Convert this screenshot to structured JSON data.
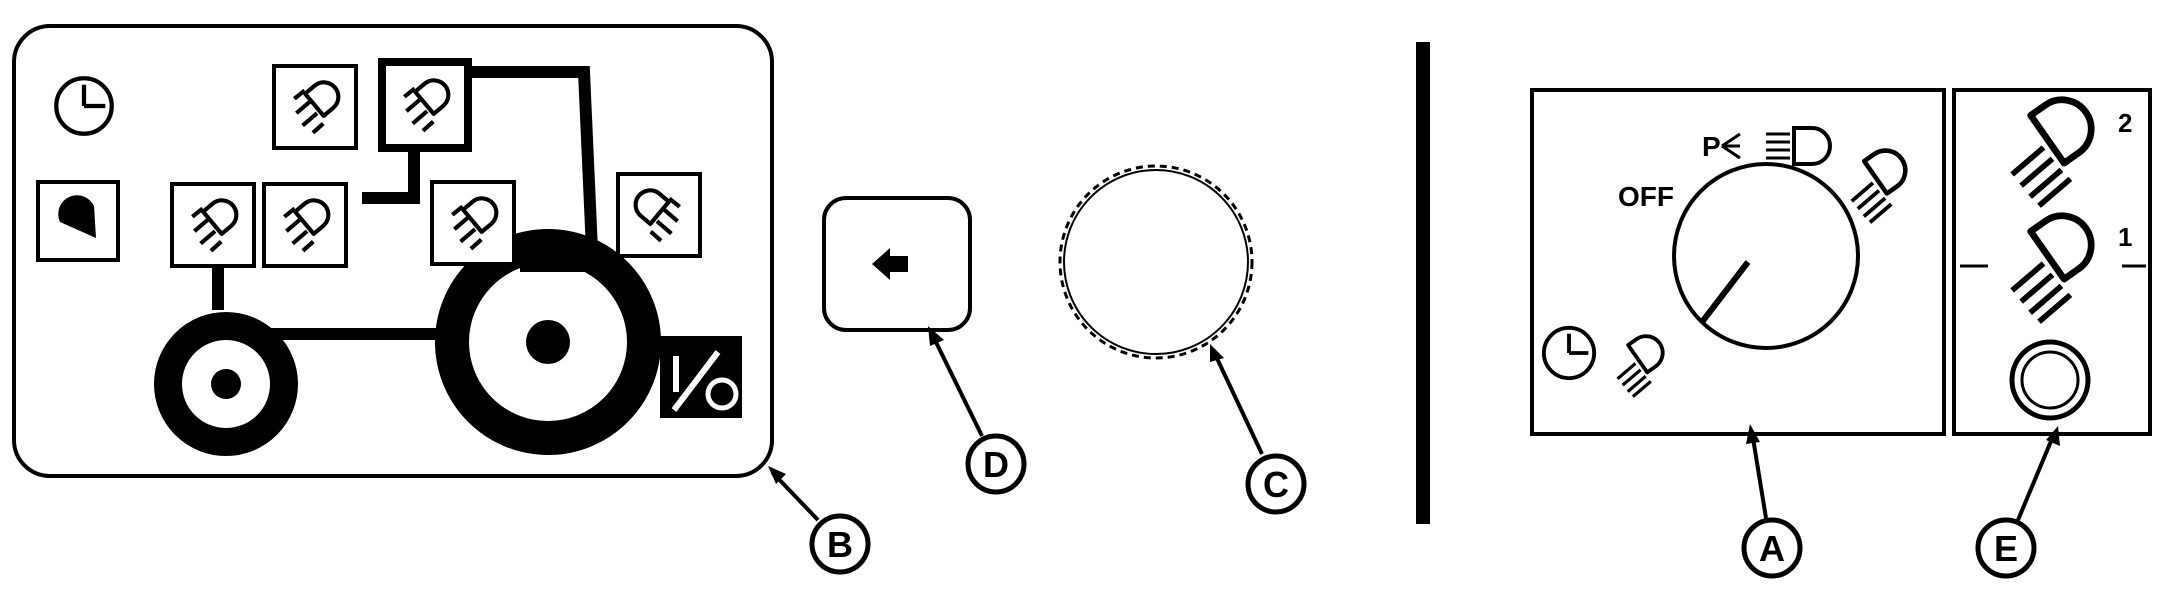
{
  "callouts": {
    "a": "A",
    "b": "B",
    "c": "C",
    "d": "D",
    "e": "E"
  },
  "switch_a": {
    "off_label": "OFF",
    "parking_label": "P"
  },
  "switch_e": {
    "position_2": "2",
    "position_1": "1"
  },
  "icons": {
    "clock": "clock-icon",
    "work_light": "work-light-icon",
    "beacon": "beacon-icon",
    "io": "io-switch-icon",
    "arrow": "arrow-left-icon"
  },
  "colors": {
    "ink": "#000000",
    "paper": "#ffffff"
  }
}
